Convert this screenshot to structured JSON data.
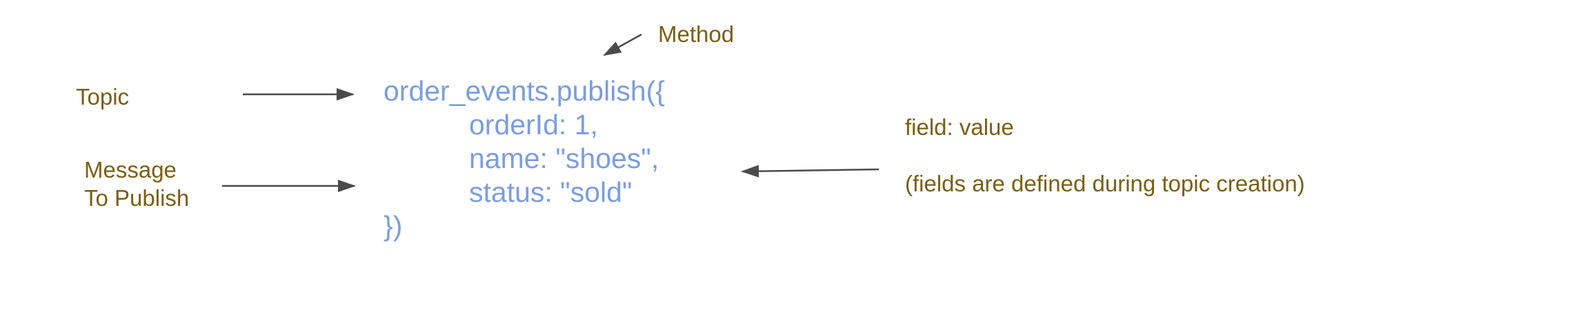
{
  "labels": {
    "method": "Method",
    "topic": "Topic",
    "message_line1": "Message",
    "message_line2": "To Publish",
    "field_value": "field: value",
    "fields_note": "(fields are defined during topic creation)"
  },
  "code": {
    "lines": [
      "order_events.publish({",
      "orderId: 1,",
      "name: \"shoes\",",
      "status: \"sold\"",
      "})"
    ]
  },
  "colors": {
    "label_text": "#7a5f14",
    "code_text": "#7b9de0",
    "arrow": "#4a4a4a"
  }
}
